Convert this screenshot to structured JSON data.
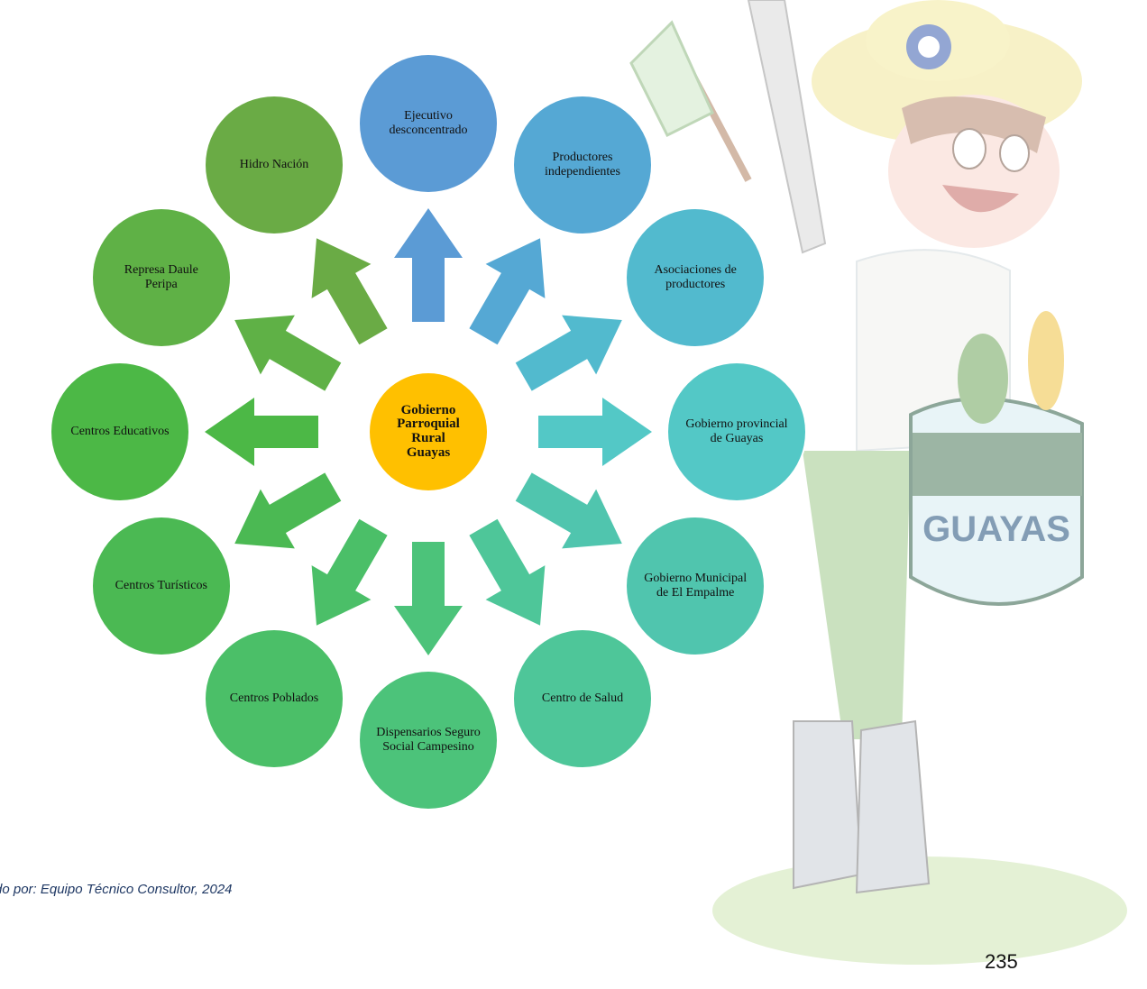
{
  "hub": {
    "label": "Gobierno\nParroquial\nRural\nGuayas",
    "color": "#FFC000"
  },
  "nodes": [
    {
      "id": "ejecutivo",
      "label": "Ejecutivo desconcentrado",
      "color": "#5B9BD5"
    },
    {
      "id": "productores",
      "label": "Productores independientes",
      "color": "#55A8D4"
    },
    {
      "id": "asociaciones",
      "label": "Asociaciones de productores",
      "color": "#52BACE"
    },
    {
      "id": "gob-provincial",
      "label": "Gobierno provincial de Guayas",
      "color": "#53C8C6"
    },
    {
      "id": "gob-municipal",
      "label": "Gobierno Municipal de El Empalme",
      "color": "#50C5AE"
    },
    {
      "id": "centro-salud",
      "label": "Centro de Salud",
      "color": "#4EC699"
    },
    {
      "id": "dispensarios",
      "label": "Dispensarios Seguro Social Campesino",
      "color": "#4CC37A"
    },
    {
      "id": "centros-poblados",
      "label": "Centros Poblados",
      "color": "#4BBF68"
    },
    {
      "id": "centros-turisticos",
      "label": "Centros Turísticos",
      "color": "#4BB953"
    },
    {
      "id": "centros-educativos",
      "label": "Centros Educativos",
      "color": "#4CB846"
    },
    {
      "id": "represa",
      "label": "Represa Daule Peripa",
      "color": "#5FB146"
    },
    {
      "id": "hidro-nacion",
      "label": "Hidro Nación",
      "color": "#6AAB45"
    }
  ],
  "illustration": {
    "bag_text": "GUAYAS"
  },
  "caption": "do por: Equipo Técnico Consultor, 2024",
  "page_number": "235"
}
